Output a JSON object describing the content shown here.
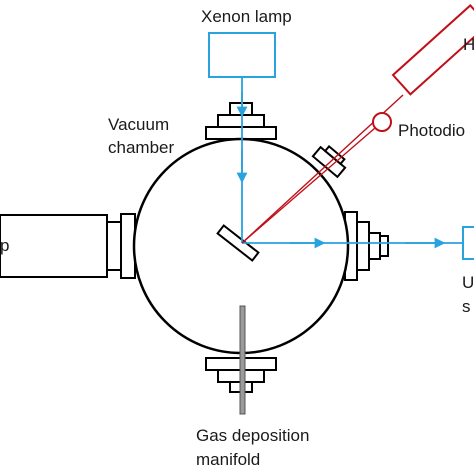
{
  "labels": {
    "xenon_lamp": "Xenon lamp",
    "laser_partial": "H",
    "photodiode_partial": "Photodio",
    "vacuum_line1": "Vacuum",
    "vacuum_line2": "chamber",
    "left_partial": "p",
    "right_partial_line1": "U",
    "right_partial_line2": "s",
    "gas_line1": "Gas deposition",
    "gas_line2": "manifold"
  },
  "colors": {
    "outline": "#000000",
    "uv_beam": "#29a3e0",
    "laser_beam": "#c0101a",
    "manifold": "#888888"
  }
}
